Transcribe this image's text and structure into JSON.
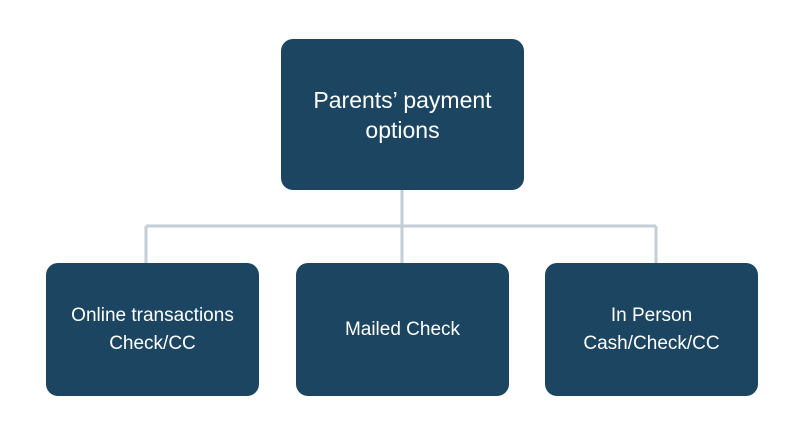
{
  "diagram": {
    "root": {
      "lines": [
        "Parents’ payment",
        "options"
      ]
    },
    "children": [
      {
        "lines": [
          "Online transactions",
          "Check/CC"
        ]
      },
      {
        "lines": [
          "Mailed Check"
        ]
      },
      {
        "lines": [
          "In Person",
          "Cash/Check/CC"
        ]
      }
    ]
  },
  "colors": {
    "node_fill": "#1b4560",
    "node_text": "#ffffff",
    "connector": "#c4ced6"
  }
}
